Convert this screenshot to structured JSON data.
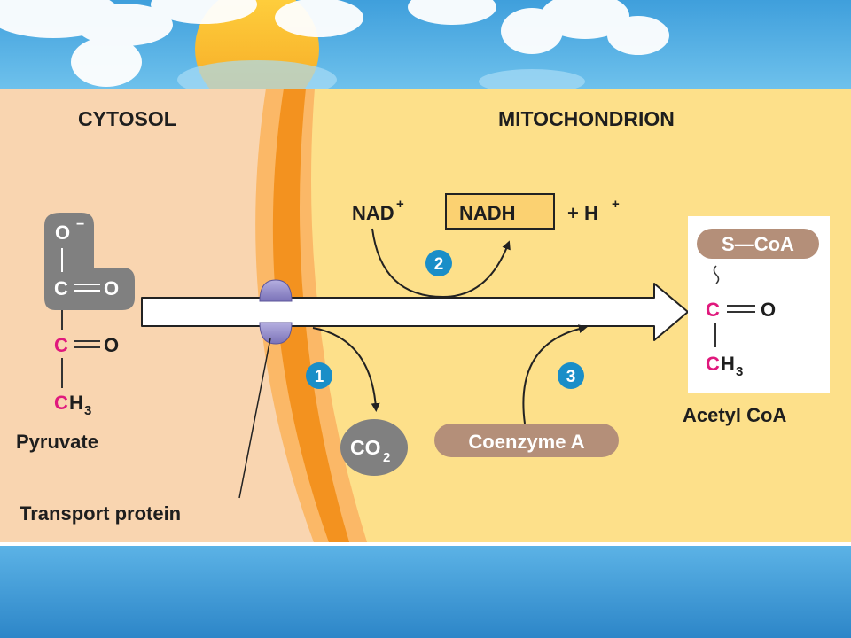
{
  "regions": {
    "cytosol": "CYTOSOL",
    "mitochondrion": "MITOCHONDRION"
  },
  "pyruvate": {
    "o_minus_o": "O",
    "o_minus_sign": "−",
    "carboxyl_c": "C",
    "carboxyl_o": "O",
    "carbonyl_c": "C",
    "carbonyl_o": "O",
    "methyl_c": "C",
    "methyl_h": "H",
    "methyl_sub": "3",
    "label": "Pyruvate"
  },
  "transport_protein_label": "Transport protein",
  "steps": {
    "step1": "1",
    "step2": "2",
    "step3": "3"
  },
  "reaction": {
    "nad": "NAD",
    "nad_sup": "+",
    "nadh": "NADH",
    "plus_h": "+ H",
    "h_sup": "+"
  },
  "co2": {
    "text": "CO",
    "sub": "2"
  },
  "coenzyme_a": "Coenzyme A",
  "acetyl_coa": {
    "s_coa": "S—CoA",
    "c": "C",
    "o": "O",
    "ch_c": "C",
    "ch_h": "H",
    "ch_sub": "3",
    "label": "Acetyl CoA"
  },
  "colors": {
    "cytosol_bg": "#f9d5b0",
    "mito_bg": "#fde08a",
    "membrane_orange": "#f3921f",
    "membrane_light": "#fbb867",
    "pink_carbon": "#e0197d",
    "gray_group": "#808080",
    "coa_brown": "#b48f79",
    "step_blue": "#1a8ec8",
    "sky_blue": "#5bb6e8",
    "protein_purple": "#8f88c6"
  }
}
